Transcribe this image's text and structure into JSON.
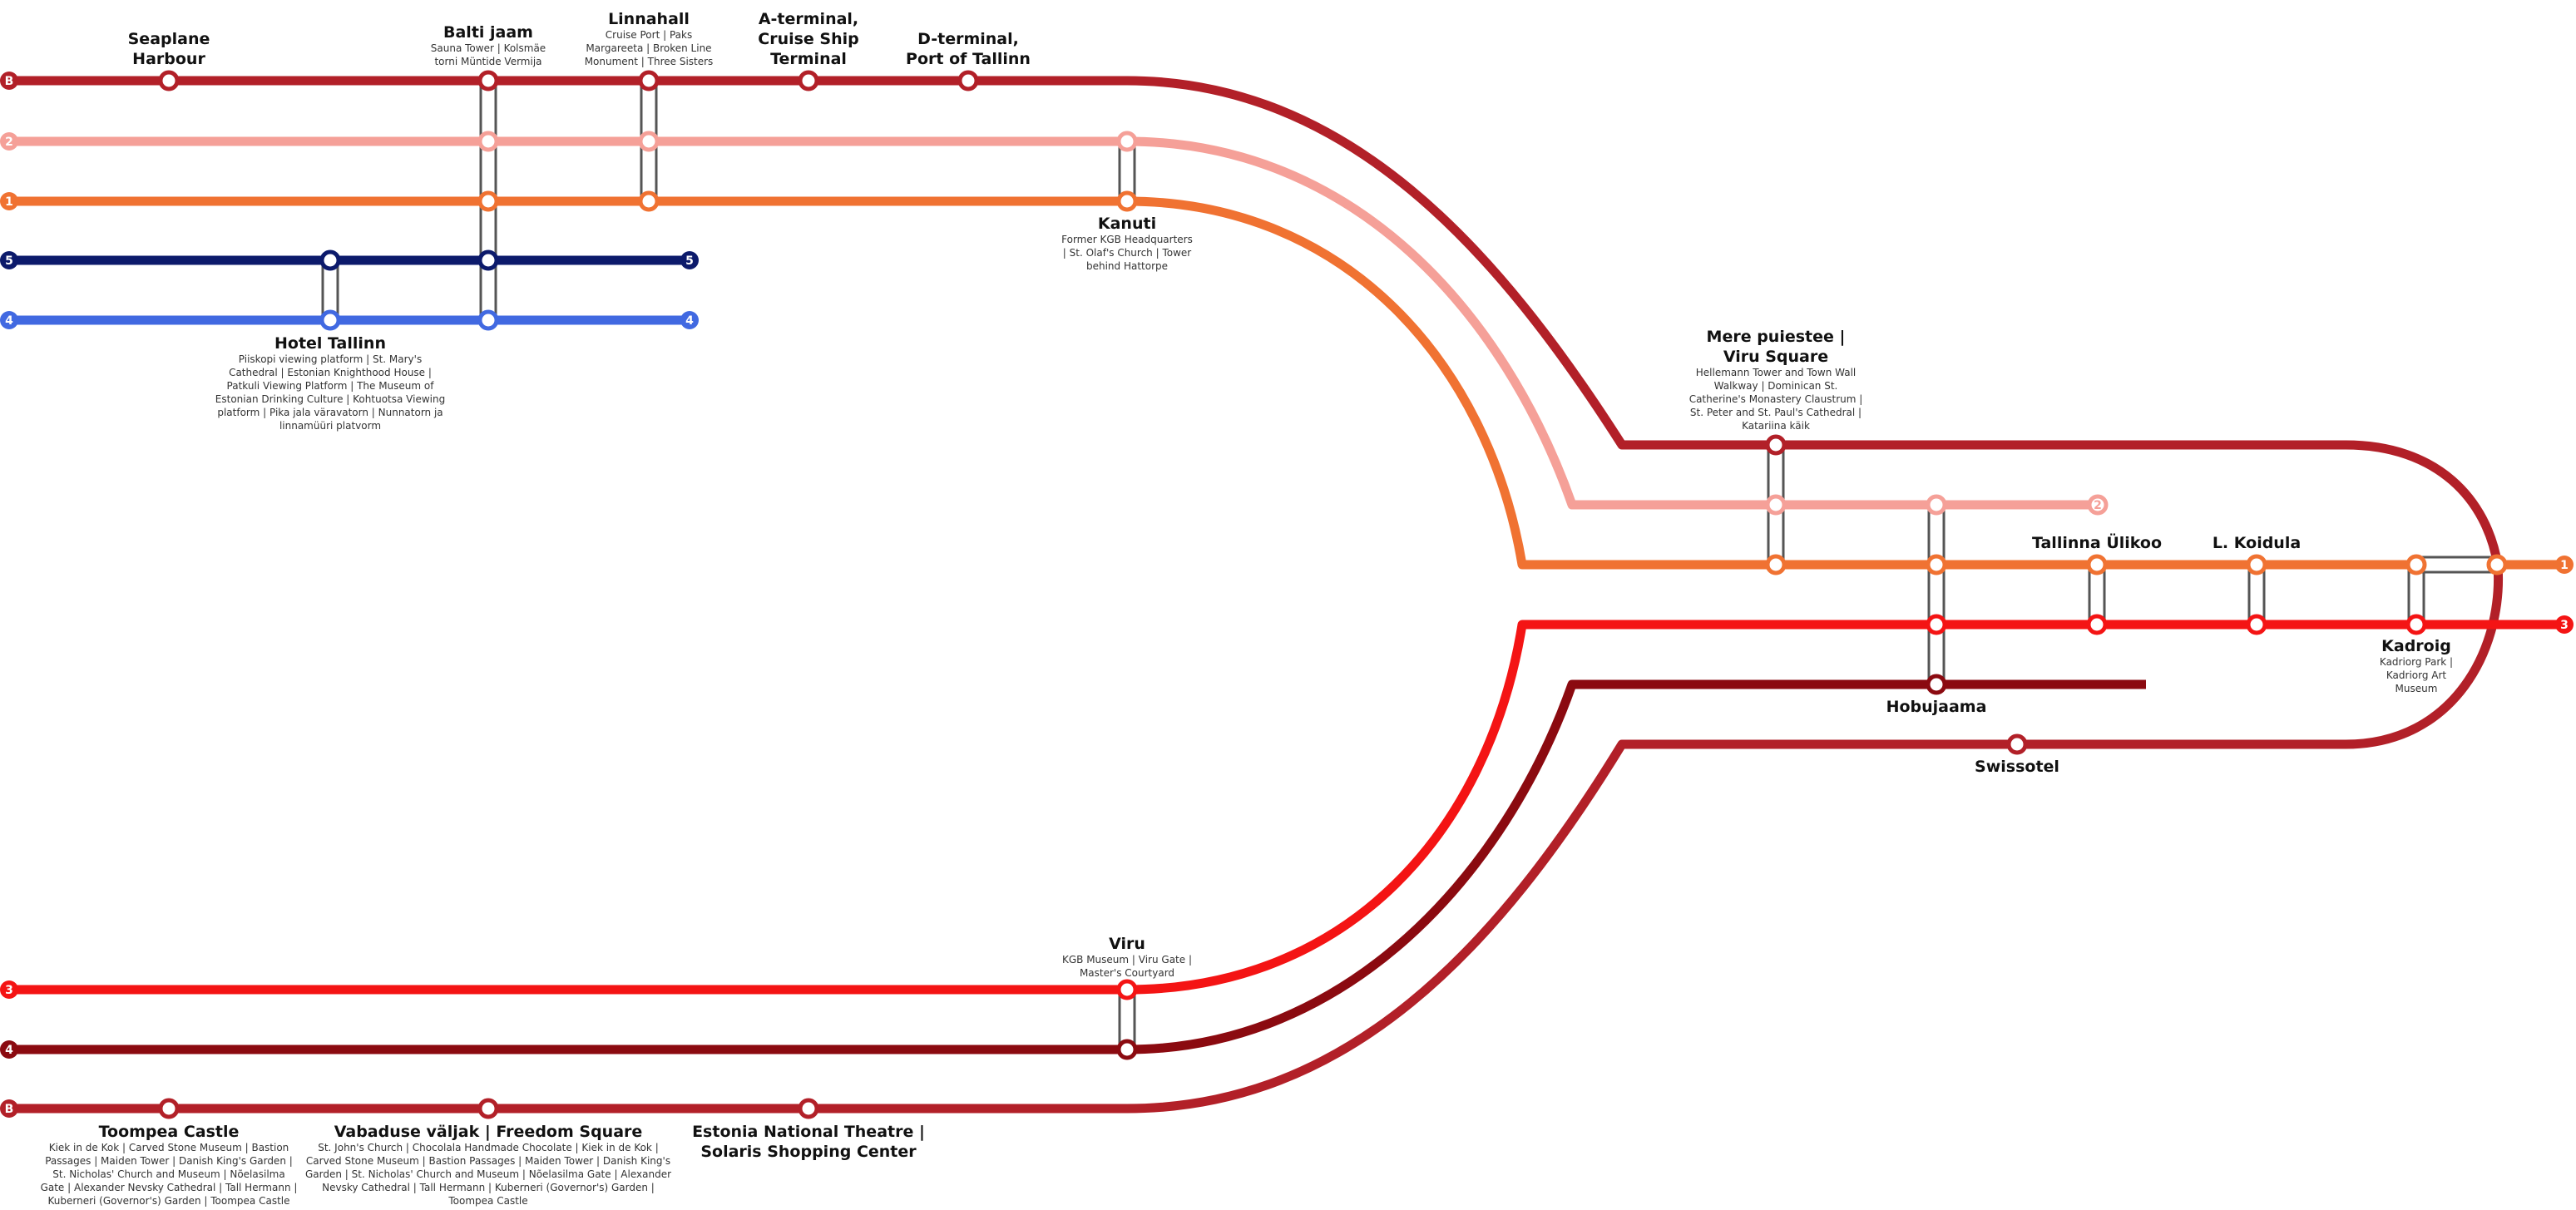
{
  "lines": {
    "b": {
      "badge": "B",
      "color": "#b22028"
    },
    "l2": {
      "badge": "2",
      "color": "#f5a098"
    },
    "l1": {
      "badge": "1",
      "color": "#f07232"
    },
    "l5": {
      "badge": "5",
      "color": "#0c1a6b"
    },
    "l4": {
      "badge": "4",
      "color": "#4169e1"
    },
    "l3": {
      "badge": "3",
      "color": "#f41414"
    },
    "l4d": {
      "badge": "4",
      "color": "#8b0a10"
    }
  },
  "stations": {
    "seaplane": {
      "name": [
        "Seaplane",
        "Harbour"
      ],
      "desc": []
    },
    "balti": {
      "name": [
        "Balti jaam"
      ],
      "desc": [
        "Sauna Tower | Kolsmäe",
        "torni Müntide Vermija"
      ]
    },
    "linnahall": {
      "name": [
        "Linnahall"
      ],
      "desc": [
        "Cruise Port | Paks",
        "Margareeta | Broken Line",
        "Monument | Three Sisters"
      ]
    },
    "aterminal": {
      "name": [
        "A-terminal,",
        "Cruise Ship",
        "Terminal"
      ],
      "desc": []
    },
    "dterminal": {
      "name": [
        "D-terminal,",
        "Port of Tallinn"
      ],
      "desc": []
    },
    "kanuti": {
      "name": [
        "Kanuti"
      ],
      "desc": [
        "Former KGB Headquarters",
        "| St. Olaf's Church | Tower",
        "behind Hattorpe"
      ]
    },
    "hotel": {
      "name": [
        "Hotel Tallinn"
      ],
      "desc": [
        "Piiskopi viewing platform | St. Mary's",
        "Cathedral | Estonian Knighthood House |",
        "Patkuli Viewing Platform | The Museum of",
        "Estonian Drinking Culture | Kohtuotsa Viewing",
        "platform | Pika jala väravatorn | Nunnatorn ja",
        "linnamüüri platvorm"
      ]
    },
    "mere": {
      "name": [
        "Mere puiestee |",
        "Viru Square"
      ],
      "desc": [
        "Hellemann Tower and Town Wall",
        "Walkway | Dominican St.",
        "Catherine's Monastery Claustrum |",
        "St. Peter and St. Paul's Cathedral |",
        "Katariina käik"
      ]
    },
    "ylikool": {
      "name": [
        "Tallinna Ülikoo"
      ],
      "desc": []
    },
    "koidula": {
      "name": [
        "L. Koidula"
      ],
      "desc": []
    },
    "kadriorg": {
      "name": [
        "Kadroig"
      ],
      "desc": [
        "Kadriorg Park |",
        "Kadriorg Art",
        "Museum"
      ]
    },
    "hobujaama": {
      "name": [
        "Hobujaama"
      ],
      "desc": []
    },
    "swissotel": {
      "name": [
        "Swissotel"
      ],
      "desc": []
    },
    "viru": {
      "name": [
        "Viru"
      ],
      "desc": [
        "KGB Museum | Viru Gate |",
        "Master's Courtyard"
      ]
    },
    "toompea": {
      "name": [
        "Toompea Castle"
      ],
      "desc": [
        "Kiek in de Kok | Carved Stone Museum | Bastion",
        "Passages | Maiden Tower | Danish King's Garden |",
        "St. Nicholas' Church and Museum | Nõelasilma",
        "Gate | Alexander Nevsky Cathedral | Tall Hermann |",
        "Kuberneri (Governor's) Garden | Toompea Castle"
      ]
    },
    "vabaduse": {
      "name": [
        "Vabaduse väljak | Freedom Square"
      ],
      "desc": [
        "St. John's Church | Chocolala Handmade Chocolate | Kiek in de Kok |",
        "Carved Stone Museum | Bastion Passages | Maiden Tower | Danish King's",
        "Garden | St. Nicholas' Church and Museum | Nõelasilma Gate | Alexander",
        "Nevsky Cathedral | Tall Hermann | Kuberneri (Governor's) Garden |",
        "Toompea Castle"
      ]
    },
    "estonia": {
      "name": [
        "Estonia National Theatre |",
        "Solaris Shopping Center"
      ],
      "desc": []
    }
  }
}
